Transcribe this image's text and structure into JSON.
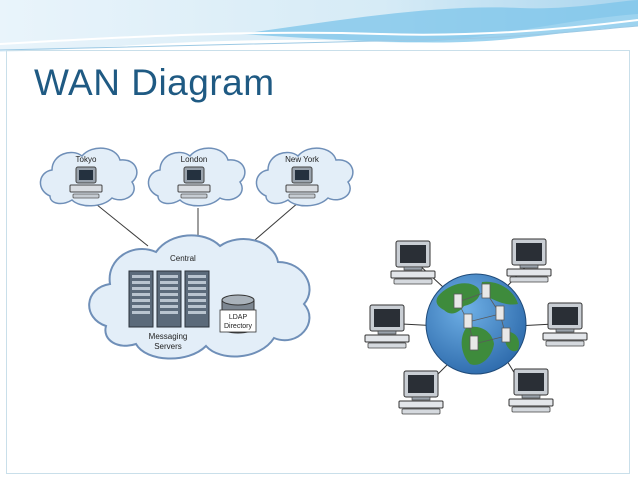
{
  "slide": {
    "title": "WAN Diagram"
  },
  "wan_diagram": {
    "remote_sites": [
      {
        "label": "Tokyo"
      },
      {
        "label": "London"
      },
      {
        "label": "New York"
      }
    ],
    "central": {
      "label": "Central",
      "servers_label_line1": "Messaging",
      "servers_label_line2": "Servers",
      "directory_label_line1": "LDAP",
      "directory_label_line2": "Directory"
    }
  },
  "colors": {
    "title": "#1f5a83",
    "cloud_fill": "#e3eef8",
    "cloud_stroke": "#6f8fb8",
    "globe_ocean": "#3d7fc0",
    "globe_land": "#3e8b3c"
  }
}
